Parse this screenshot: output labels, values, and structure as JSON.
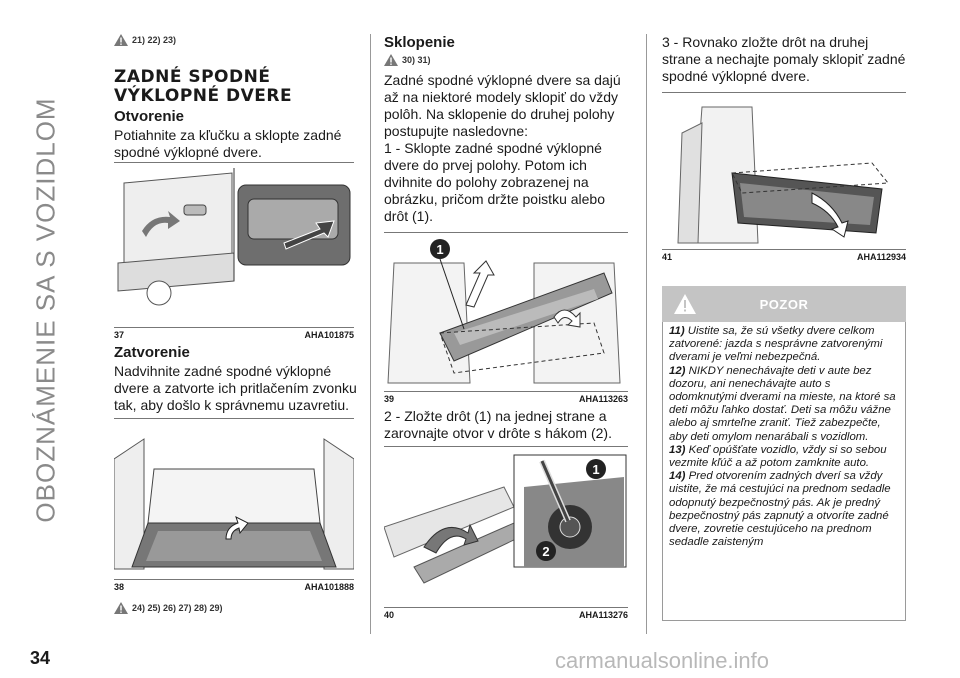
{
  "side_tab": "OBOZNÁMENIE SA S VOZIDLOM",
  "page_number": "34",
  "watermark": "carmanualsonline.info",
  "col1": {
    "top_refs": "21) 22) 23)",
    "section_title_1": "ZADNÉ SPODNÉ",
    "section_title_2": "VÝKLOPNÉ DVERE",
    "opening_heading": "Otvorenie",
    "opening_text": "Potiahnite za kľučku a sklopte zadné spodné výklopné dvere.",
    "fig37_num": "37",
    "fig37_code": "AHA101875",
    "closing_heading": "Zatvorenie",
    "closing_text": "Nadvihnite zadné spodné výklopné dvere a zatvorte ich pritlačením zvonku tak, aby došlo k správnemu uzavretiu.",
    "fig38_num": "38",
    "fig38_code": "AHA101888",
    "bottom_refs": "24) 25) 26) 27) 28) 29)"
  },
  "col2": {
    "heading": "Sklopenie",
    "refs": "30) 31)",
    "intro": "Zadné spodné výklopné dvere sa dajú až na niektoré modely sklopiť do vždy polôh. Na sklopenie do druhej polohy postupujte nasledovne:",
    "step1": "1 - Sklopte zadné spodné výklopné dvere do prvej polohy. Potom ich dvihnite do polohy zobrazenej na obrázku, pričom držte poistku alebo drôt (1).",
    "fig39_num": "39",
    "fig39_code": "AHA113263",
    "step2": "2 - Zložte drôt (1) na jednej strane a zarovnajte otvor v drôte s hákom (2).",
    "fig40_num": "40",
    "fig40_code": "AHA113276"
  },
  "col3": {
    "step3": "3 - Rovnako zložte drôt na druhej strane a nechajte pomaly sklopiť zadné spodné výklopné dvere.",
    "fig41_num": "41",
    "fig41_code": "AHA112934",
    "warning_title": "POZOR",
    "w11_num": "11)",
    "w11": "Uistite sa, že sú všetky dvere celkom zatvorené: jazda s nesprávne zatvorenými dverami je veľmi nebezpečná.",
    "w12_num": "12)",
    "w12": "NIKDY nenechávajte deti v aute bez dozoru, ani nenechávajte auto s odomknutými dverami na mieste, na ktoré sa deti môžu ľahko dostať. Deti sa môžu vážne alebo aj smrteľne zraniť. Tiež zabezpečte, aby deti omylom nenarábali s vozidlom.",
    "w13_num": "13)",
    "w13": "Keď opúšťate vozidlo, vždy si so sebou vezmite kľúč a až potom zamknite auto.",
    "w14_num": "14)",
    "w14": "Pred otvorením zadných dverí sa vždy uistite, že má cestujúci na prednom sedadle odopnutý bezpečnostný pás. Ak je predný bezpečnostný pás zapnutý a otvoríte zadné dvere, zovretie cestujúceho na prednom sedadle zaisteným"
  },
  "callouts": {
    "one": "1",
    "two": "2"
  }
}
